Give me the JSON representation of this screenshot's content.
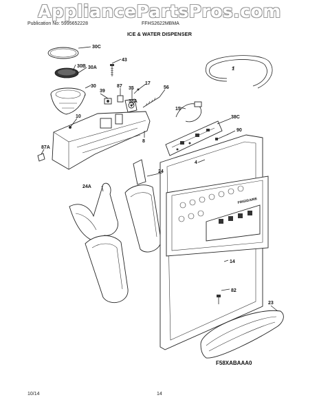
{
  "watermark": "AppliancePartsPros.com",
  "header": {
    "publication": "Publication No: 5995652228",
    "model": "FFHS2622MBMA",
    "title": "ICE & WATER DISPENSER"
  },
  "labels": [
    "30C",
    "30B",
    "30A",
    "43",
    "30",
    "39",
    "87",
    "35",
    "17",
    "56",
    "38A",
    "1",
    "10",
    "15",
    "38C",
    "90",
    "8",
    "87A",
    "4",
    "24",
    "24A",
    "14",
    "82",
    "23"
  ],
  "diagram_code": "F58XABAAA0",
  "panel_brand": "FRIGIDAIRE",
  "footer": {
    "date": "10/14",
    "page": "14"
  }
}
